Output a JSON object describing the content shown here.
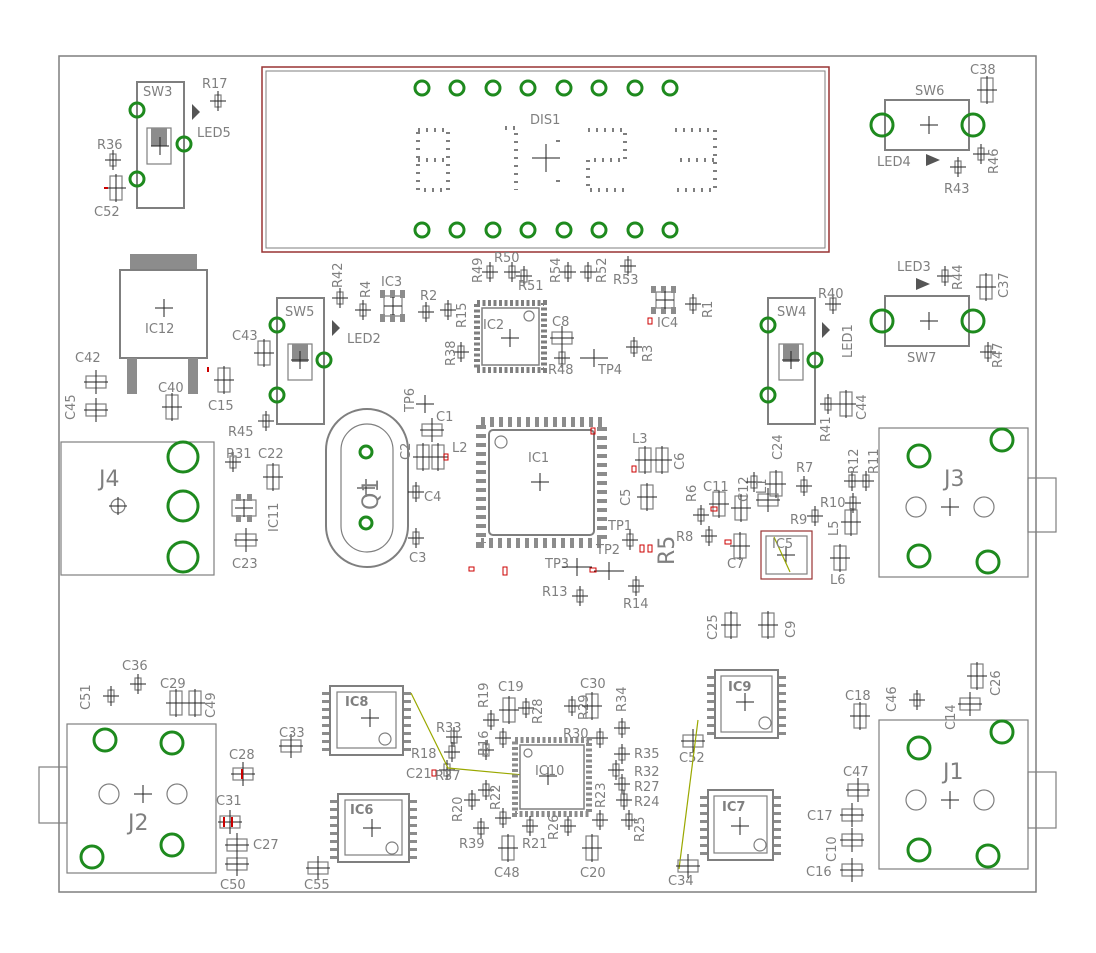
{
  "board": {
    "outline_color": "#7f7f7f",
    "pad_color": "#1e8a1e",
    "marker_color": "#cc0000"
  },
  "display": {
    "ref": "DIS1"
  },
  "labels": {
    "SW3": "SW3",
    "R17": "R17",
    "LED5": "LED5",
    "R36": "R36",
    "C52a": "C52",
    "SW6": "SW6",
    "C38": "C38",
    "LED4": "LED4",
    "R43": "R43",
    "R46": "R46",
    "IC12": "IC12",
    "C42": "C42",
    "C45": "C45",
    "C40": "C40",
    "C15": "C15",
    "C43": "C43",
    "SW5": "SW5",
    "R42": "R42",
    "R4": "R4",
    "IC3": "IC3",
    "LED2": "LED2",
    "R45": "R45",
    "R2": "R2",
    "R15": "R15",
    "R49": "R49",
    "R50": "R50",
    "R51": "R51",
    "R54": "R54",
    "R52": "R52",
    "R53": "R53",
    "IC2": "IC2",
    "C8": "C8",
    "R38": "R38",
    "R48": "R48",
    "TP4": "TP4",
    "R3": "R3",
    "IC4": "IC4",
    "R1": "R1",
    "SW4": "SW4",
    "R40": "R40",
    "LED1": "LED1",
    "R41": "R41",
    "C44": "C44",
    "LED3": "LED3",
    "R44": "R44",
    "C37": "C37",
    "SW7": "SW7",
    "R47": "R47",
    "J4": "J4",
    "R31": "R31",
    "C22": "C22",
    "IC11": "IC11",
    "C23": "C23",
    "TP6": "TP6",
    "C1": "C1",
    "C2": "C2",
    "L2": "L2",
    "C4": "C4",
    "Q1": "Q1",
    "C3": "C3",
    "IC1": "IC1",
    "L3": "L3",
    "C6": "C6",
    "C5": "C5",
    "TP1": "TP1",
    "TP2": "TP2",
    "TP3": "TP3",
    "R5": "R5",
    "R13": "R13",
    "R14": "R14",
    "R6": "R6",
    "C11": "C11",
    "C12": "C12",
    "R8": "R8",
    "C7": "C7",
    "IC5": "IC5",
    "C24": "C24",
    "L1": "L1",
    "R7": "R7",
    "R9": "R9",
    "L5": "L5",
    "L6": "L6",
    "R12": "R12",
    "R11": "R11",
    "R10": "R10",
    "J3": "J3",
    "C25": "C25",
    "C9": "C9",
    "C51": "C51",
    "C36": "C36",
    "C29": "C29",
    "C49": "C49",
    "J2": "J2",
    "C28": "C28",
    "C31": "C31",
    "C27": "C27",
    "C50": "C50",
    "C33": "C33",
    "C55": "C55",
    "IC8": "IC8",
    "IC6": "IC6",
    "R33": "R33",
    "R18": "R18",
    "C21": "C21",
    "R37": "R37",
    "R19": "R19",
    "C19": "C19",
    "R28": "R28",
    "R29": "R29",
    "C30": "C30",
    "R34": "R34",
    "R16": "R16",
    "R30": "R30",
    "IC10": "IC10",
    "R35": "R35",
    "R32": "R32",
    "R27": "R27",
    "R24": "R24",
    "R25": "R25",
    "R23": "R23",
    "R22": "R22",
    "R20": "R20",
    "R26": "R26",
    "R21": "R21",
    "R39": "R39",
    "C48": "C48",
    "C20": "C20",
    "IC9": "IC9",
    "C52b": "C52",
    "IC7": "IC7",
    "C34": "C34",
    "C18": "C18",
    "C46": "C46",
    "C14": "C14",
    "C26": "C26",
    "J1": "J1",
    "C47": "C47",
    "C17": "C17",
    "C10": "C10",
    "C16": "C16"
  }
}
